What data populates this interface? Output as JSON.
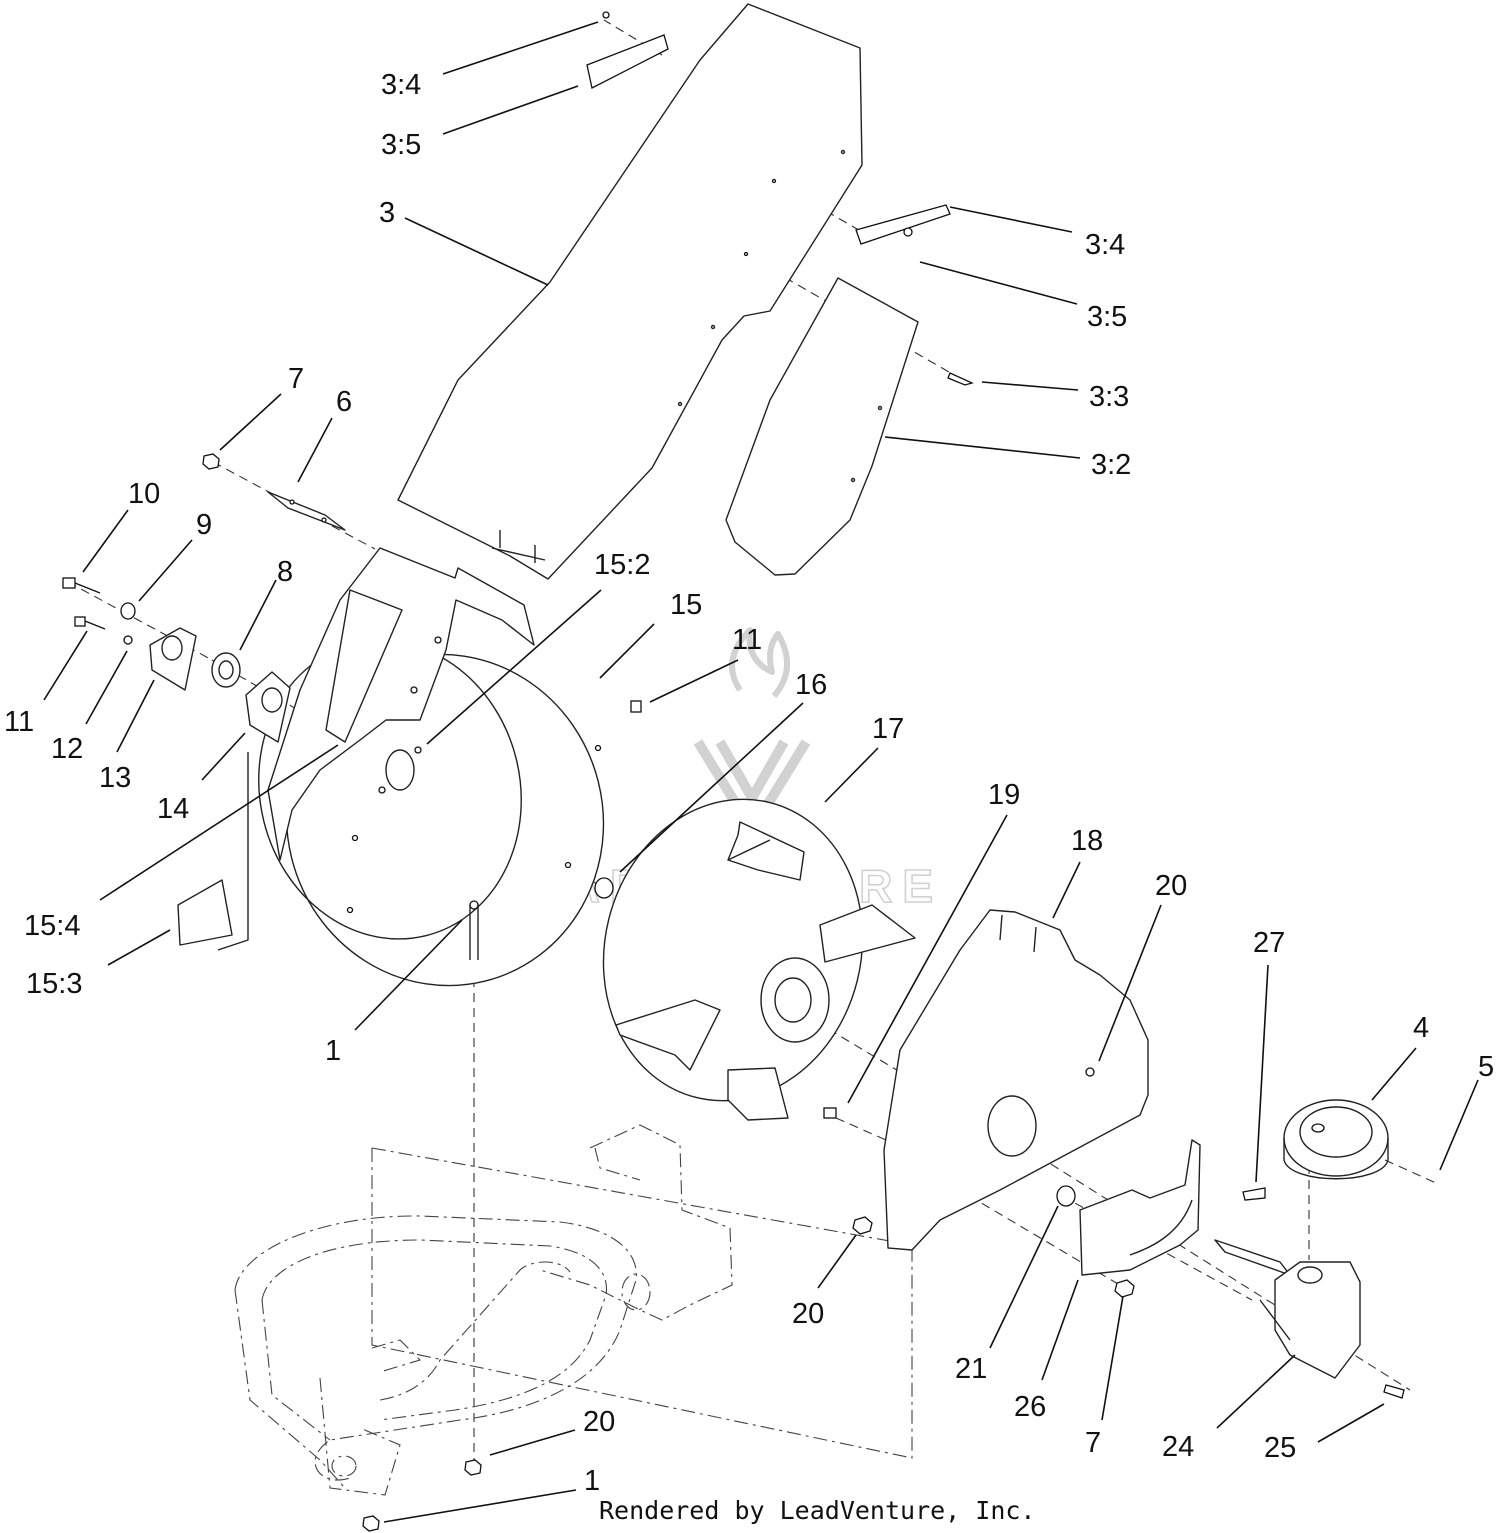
{
  "diagram": {
    "callouts": [
      {
        "id": "c-3-4-top",
        "label": "3:4"
      },
      {
        "id": "c-3-5-top",
        "label": "3:5"
      },
      {
        "id": "c-3",
        "label": "3"
      },
      {
        "id": "c-3-4-right",
        "label": "3:4"
      },
      {
        "id": "c-3-5-right",
        "label": "3:5"
      },
      {
        "id": "c-3-3",
        "label": "3:3"
      },
      {
        "id": "c-3-2",
        "label": "3:2"
      },
      {
        "id": "c-7-top",
        "label": "7"
      },
      {
        "id": "c-6",
        "label": "6"
      },
      {
        "id": "c-10",
        "label": "10"
      },
      {
        "id": "c-9",
        "label": "9"
      },
      {
        "id": "c-8",
        "label": "8"
      },
      {
        "id": "c-15-2",
        "label": "15:2"
      },
      {
        "id": "c-15",
        "label": "15"
      },
      {
        "id": "c-11-right",
        "label": "11"
      },
      {
        "id": "c-16",
        "label": "16"
      },
      {
        "id": "c-17",
        "label": "17"
      },
      {
        "id": "c-11-left",
        "label": "11"
      },
      {
        "id": "c-12",
        "label": "12"
      },
      {
        "id": "c-13",
        "label": "13"
      },
      {
        "id": "c-14",
        "label": "14"
      },
      {
        "id": "c-19",
        "label": "19"
      },
      {
        "id": "c-18",
        "label": "18"
      },
      {
        "id": "c-20-right",
        "label": "20"
      },
      {
        "id": "c-27",
        "label": "27"
      },
      {
        "id": "c-15-4",
        "label": "15:4"
      },
      {
        "id": "c-15-3",
        "label": "15:3"
      },
      {
        "id": "c-1-mid",
        "label": "1"
      },
      {
        "id": "c-4",
        "label": "4"
      },
      {
        "id": "c-5",
        "label": "5"
      },
      {
        "id": "c-20-mid",
        "label": "20"
      },
      {
        "id": "c-21",
        "label": "21"
      },
      {
        "id": "c-26",
        "label": "26"
      },
      {
        "id": "c-7-bottom",
        "label": "7"
      },
      {
        "id": "c-24",
        "label": "24"
      },
      {
        "id": "c-25",
        "label": "25"
      },
      {
        "id": "c-20-bottom",
        "label": "20"
      },
      {
        "id": "c-1-bottom",
        "label": "1"
      }
    ],
    "watermark": "LEADVENTURE",
    "credit": "Rendered by LeadVenture, Inc."
  }
}
